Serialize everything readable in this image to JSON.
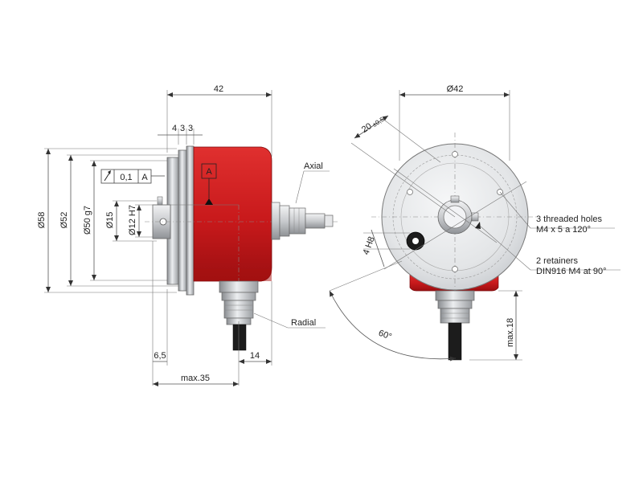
{
  "colors": {
    "housing_red": "#c8191b",
    "housing_dark": "#8e0c0e",
    "metal_light": "#e2e3e5",
    "metal_mid": "#b9bbbe",
    "metal_dark": "#7d8084",
    "cable_black": "#1c1c1c"
  },
  "icons": {
    "runout_arrow": "runout-arrow-icon",
    "datum_marker": "datum-triangle-icon"
  },
  "dimensions": {
    "overall_length": "42",
    "flange_a": "4",
    "flange_b": "3",
    "flange_c": "3",
    "dia_58": "Ø58",
    "dia_52": "Ø52",
    "dia_50g7": "Ø50 g7",
    "dia_15": "Ø15",
    "dia_12h7": "Ø12 H7",
    "shaft_65": "6,5",
    "cable_14": "14",
    "max35": "max.35",
    "dia_42": "Ø42",
    "dim_20": "20",
    "dim_20_tol": "±0,5",
    "h8": "4 H8",
    "angle_60": "60°",
    "max18": "max.18"
  },
  "tolerance_frame": {
    "value": "0,1",
    "datum": "A"
  },
  "datum_label": "A",
  "callouts": {
    "axial": "Axial",
    "radial": "Radial",
    "threaded_1": "3 threaded holes",
    "threaded_2": "M4 x 5 a 120°",
    "retainers_1": "2 retainers",
    "retainers_2": "DIN916 M4 at 90°"
  }
}
